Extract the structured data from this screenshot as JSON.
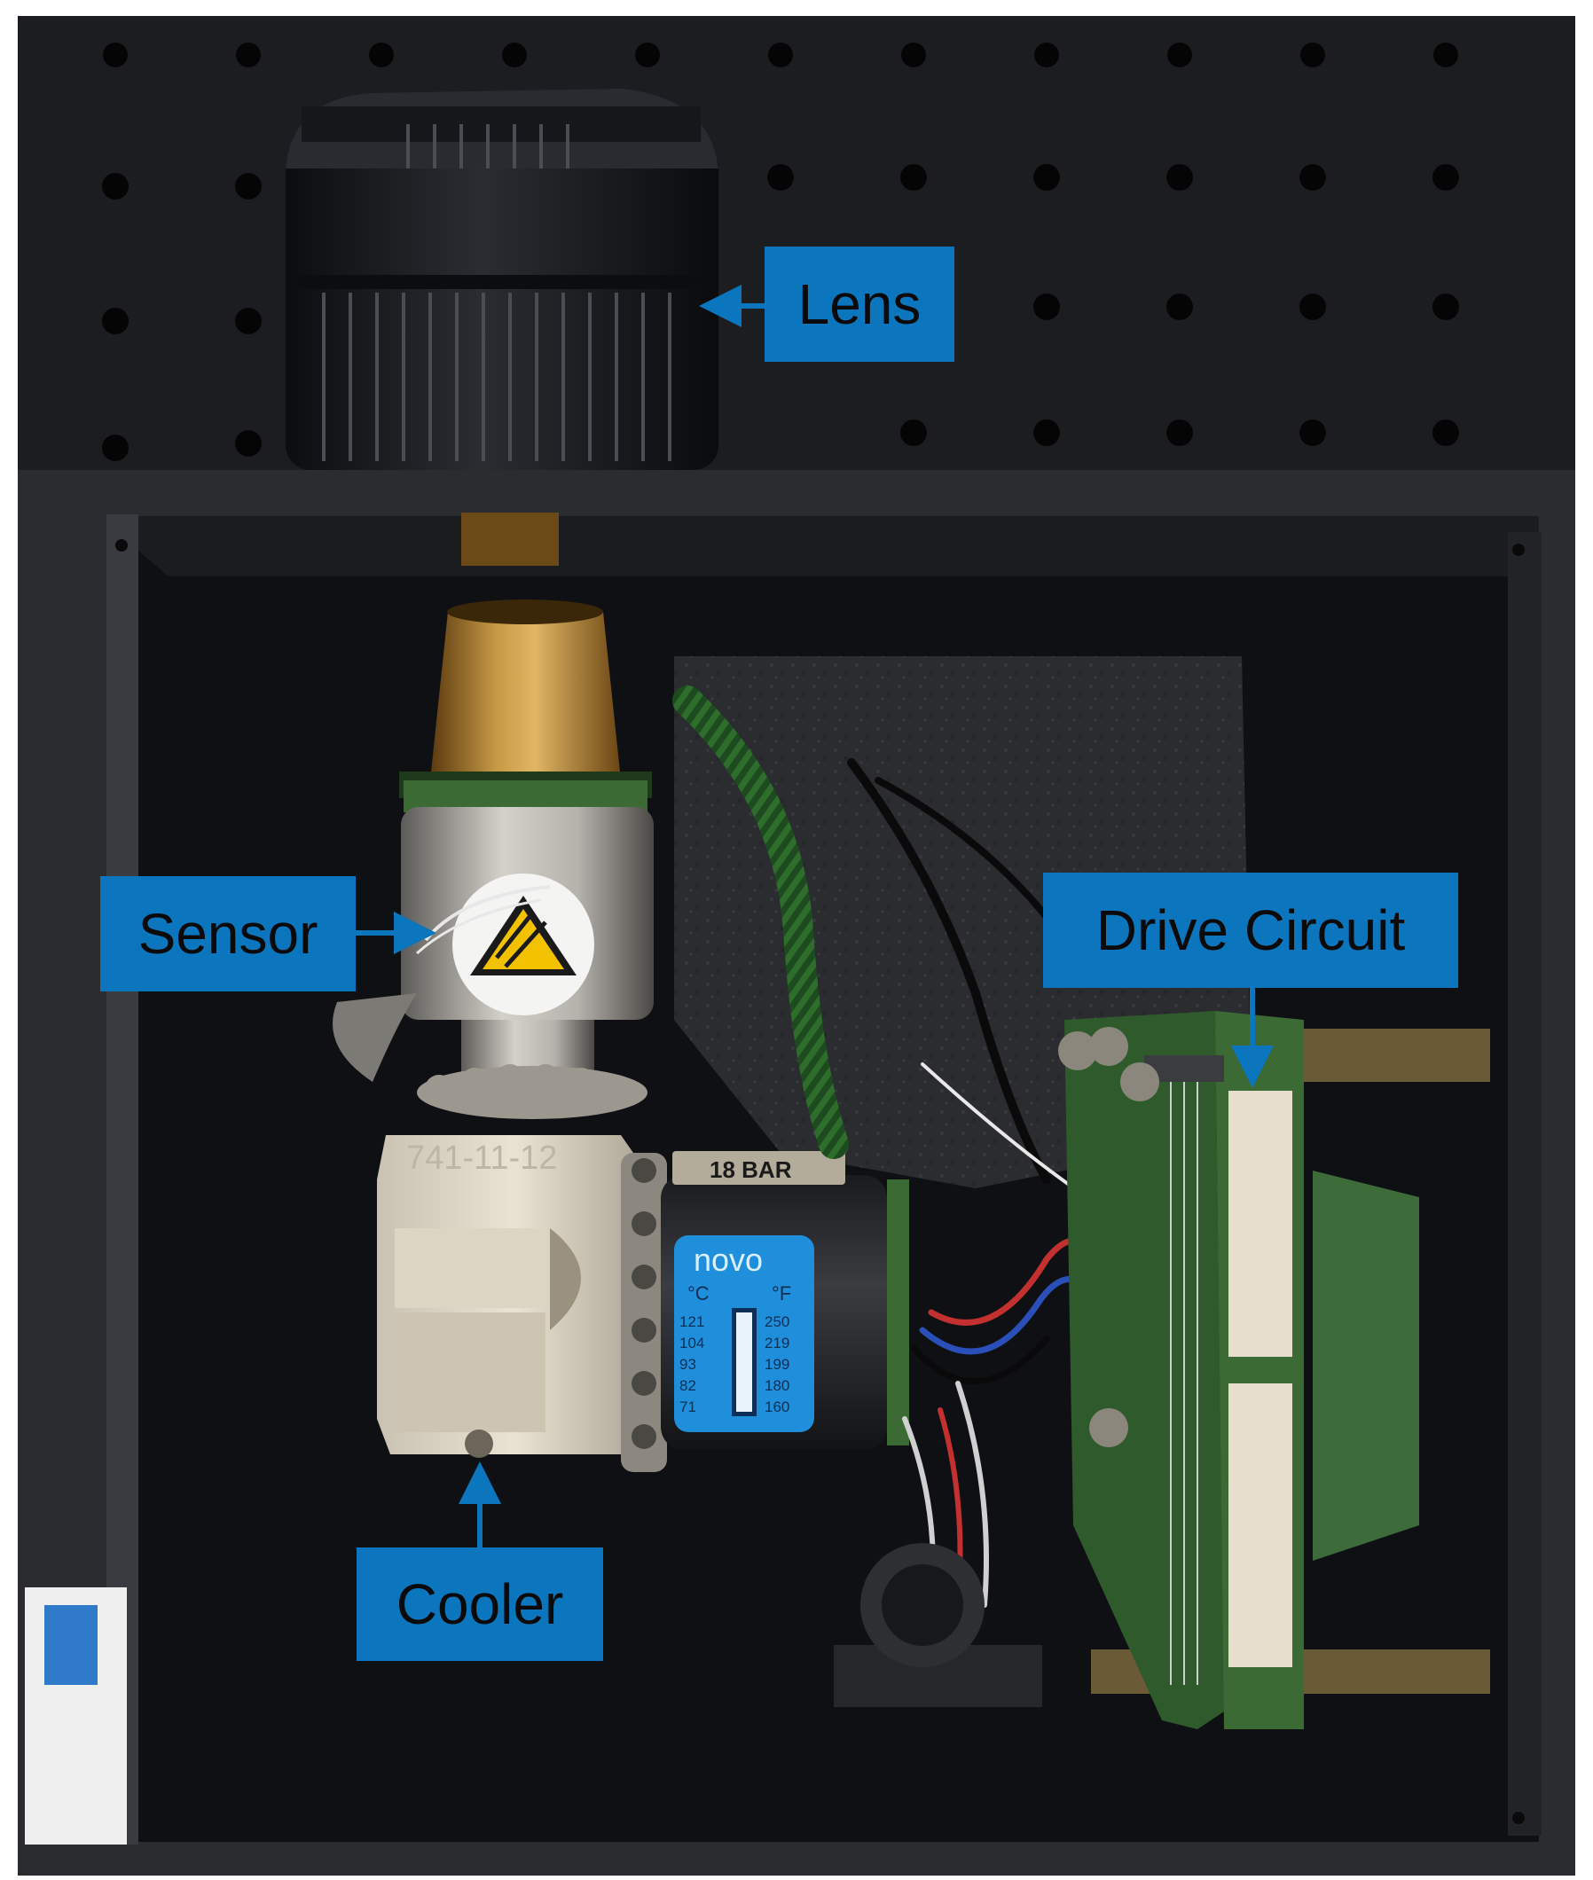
{
  "callouts": {
    "lens": "Lens",
    "sensor": "Sensor",
    "drive_circuit": "Drive Circuit",
    "cooler": "Cooler"
  },
  "photo_text": {
    "cooler_engraving": "741-11-12",
    "pressure_tag": "18 BAR",
    "label_brand": "novo",
    "celsius_unit": "°C",
    "fahrenheit_unit": "°F",
    "celsius_scale": [
      "121",
      "104",
      "93",
      "82",
      "71"
    ],
    "fahrenheit_scale": [
      "250",
      "219",
      "199",
      "180",
      "160"
    ]
  },
  "colors": {
    "callout_fill": "#0b75bd",
    "callout_text": "#0a0a0a",
    "arrow": "#0b75bd",
    "enclosure": "#0e0f12",
    "brass": "#b07f2c",
    "pcb": "#2f5a2c",
    "steel": "#b6b3ad",
    "temp_label": "#1f8fdb"
  }
}
